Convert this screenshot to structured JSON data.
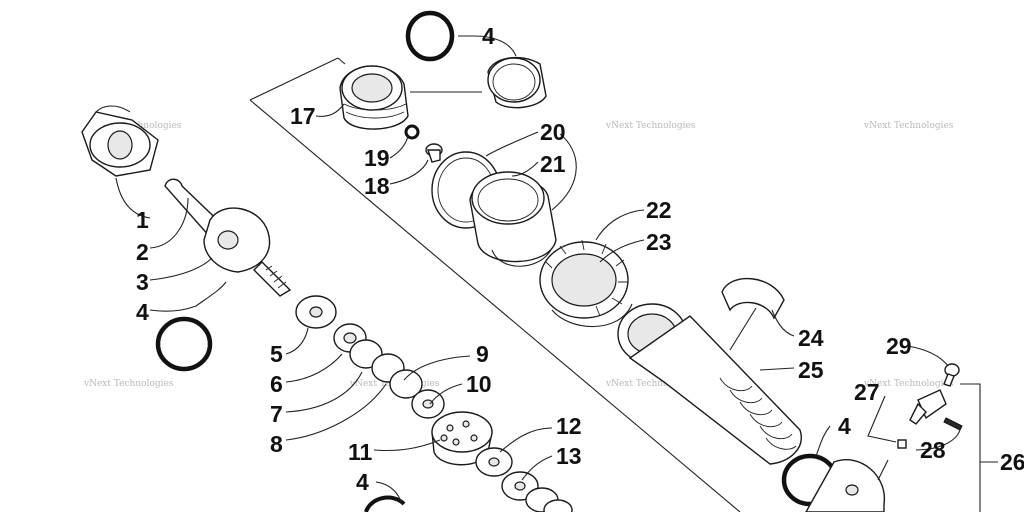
{
  "part_labels": [
    "1",
    "2",
    "3",
    "4",
    "5",
    "6",
    "7",
    "8",
    "9",
    "10",
    "11",
    "12",
    "13",
    "17",
    "18",
    "19",
    "20",
    "21",
    "22",
    "23",
    "24",
    "25",
    "26",
    "27",
    "28",
    "29"
  ],
  "extra_labels": {
    "four_top": "4",
    "four_left_bottom": "4",
    "four_right": "4"
  },
  "watermark": "vNext Technologies",
  "colors": {
    "line": "#222222",
    "watermark": "#b8b8b8",
    "background": "#ffffff"
  }
}
